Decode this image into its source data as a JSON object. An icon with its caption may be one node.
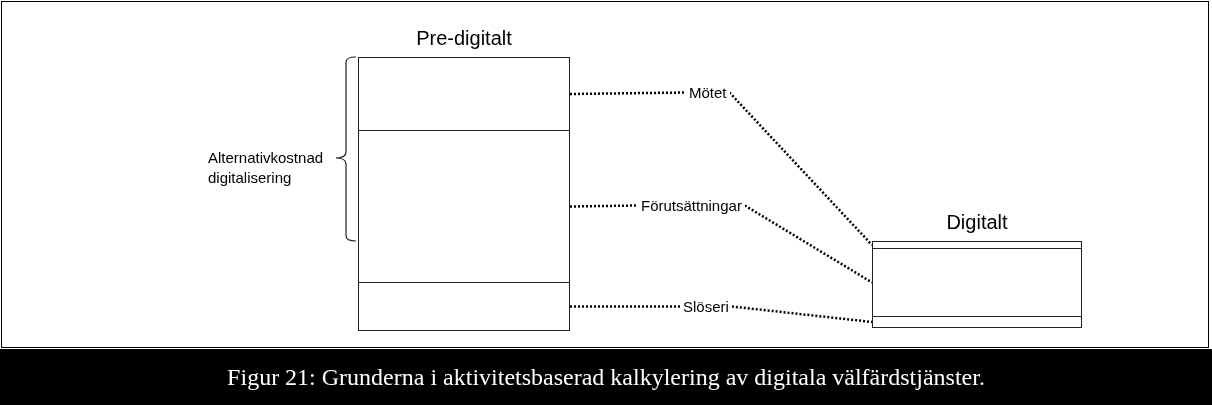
{
  "diagram": {
    "caption": "Figur 21: Grunderna i aktivitetsbaserad kalkylering av digitala välfärdstjänster.",
    "nodes": [
      {
        "text": [
          "Pre-digitalt"
        ]
      },
      {
        "text": [],
        "shape": "box",
        "in": 0
      },
      {
        "text": [],
        "shape": "box",
        "in": 0
      },
      {
        "text": [],
        "shape": "box",
        "in": 0
      },
      {
        "text": [
          "Digitalt"
        ]
      },
      {
        "text": [],
        "shape": "box",
        "in": 4
      },
      {
        "text": [],
        "shape": "box",
        "in": 4
      },
      {
        "text": [],
        "shape": "box",
        "in": 4
      },
      {
        "text": [
          "Mötet"
        ]
      },
      {
        "text": [
          "Förutsättningar"
        ]
      },
      {
        "text": [
          "Slöseri"
        ]
      }
    ],
    "edges": [
      {
        "from": 1,
        "to": 8,
        "arrow": "none",
        "style": "dashed"
      },
      {
        "from": 8,
        "to": 5,
        "arrow": "none",
        "style": "dashed"
      },
      {
        "from": 2,
        "to": 9,
        "arrow": "none",
        "style": "dashed"
      },
      {
        "from": 9,
        "to": 6,
        "arrow": "none",
        "style": "dashed"
      },
      {
        "from": 3,
        "to": 10,
        "arrow": "none",
        "style": "dashed"
      },
      {
        "from": 10,
        "to": 7,
        "arrow": "none",
        "style": "dashed"
      }
    ],
    "labels": [
      "Alternativkostnad digitalisering"
    ]
  }
}
